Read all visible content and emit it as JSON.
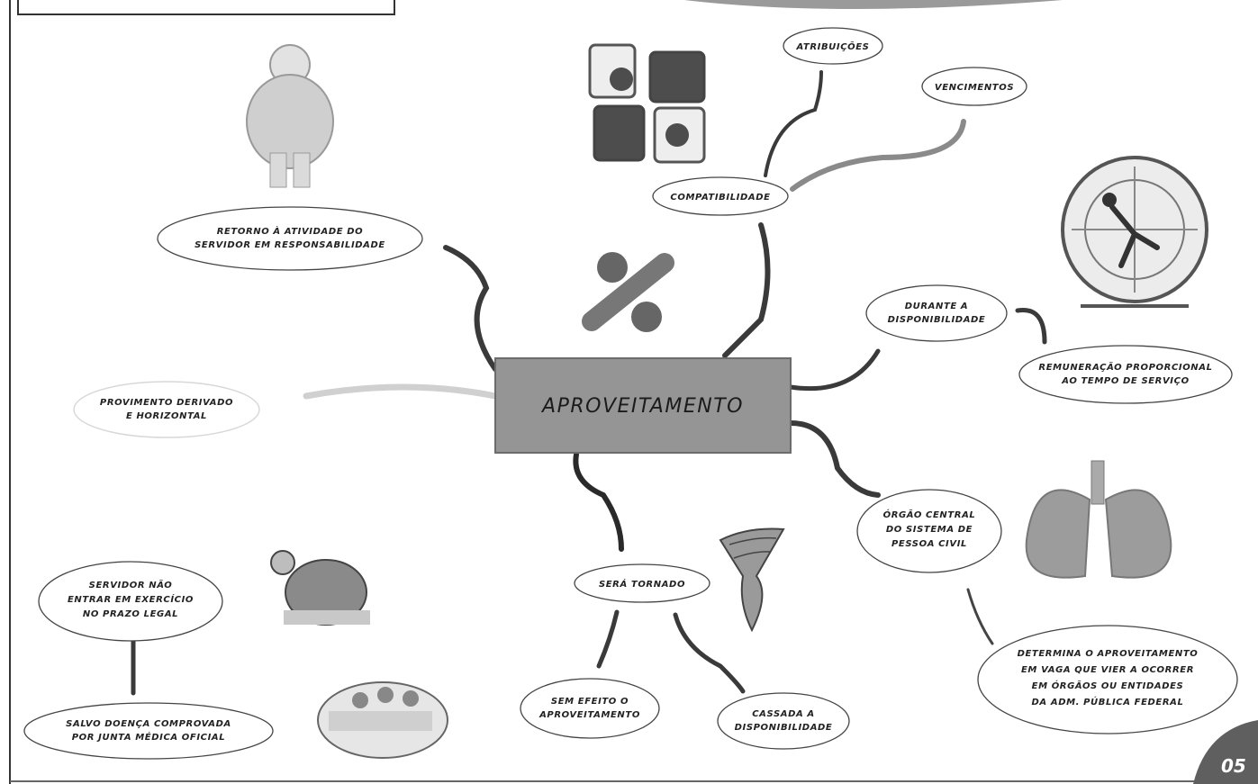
{
  "central_topic": "APROVEITAMENTO",
  "page_number": "05",
  "nodes": {
    "atribuicoes": [
      "ATRIBUIÇÕES"
    ],
    "vencimentos": [
      "VENCIMENTOS"
    ],
    "compatibilidade": [
      "COMPATIBILIDADE"
    ],
    "retorno": [
      "RETORNO À ATIVIDADE DO",
      "SERVIDOR EM RESPONSABILIDADE"
    ],
    "durante": [
      "DURANTE A",
      "DISPONIBILIDADE"
    ],
    "remuneracao": [
      "REMUNERAÇÃO PROPORCIONAL",
      "AO TEMPO DE SERVIÇO"
    ],
    "provimento": [
      "PROVIMENTO DERIVADO",
      "E HORIZONTAL"
    ],
    "orgao": [
      "ÓRGÃO CENTRAL",
      "DO SISTEMA DE",
      "PESSOA CIVIL"
    ],
    "sera": [
      "SERÁ TORNADO"
    ],
    "servidor_nao": [
      "SERVIDOR NÃO",
      "ENTRAR EM EXERCÍCIO",
      "NO PRAZO LEGAL"
    ],
    "salvo": [
      "SALVO DOENÇA COMPROVADA",
      "POR JUNTA MÉDICA OFICIAL"
    ],
    "sem_efeito": [
      "SEM EFEITO O",
      "APROVEITAMENTO"
    ],
    "cassada": [
      "CASSADA A",
      "DISPONIBILIDADE"
    ],
    "determina": [
      "DETERMINA O APROVEITAMENTO",
      "EM VAGA QUE VIER A OCORRER",
      "EM ÓRGÃOS OU ENTIDADES",
      "DA ADM. PÚBLICA FEDERAL"
    ]
  }
}
